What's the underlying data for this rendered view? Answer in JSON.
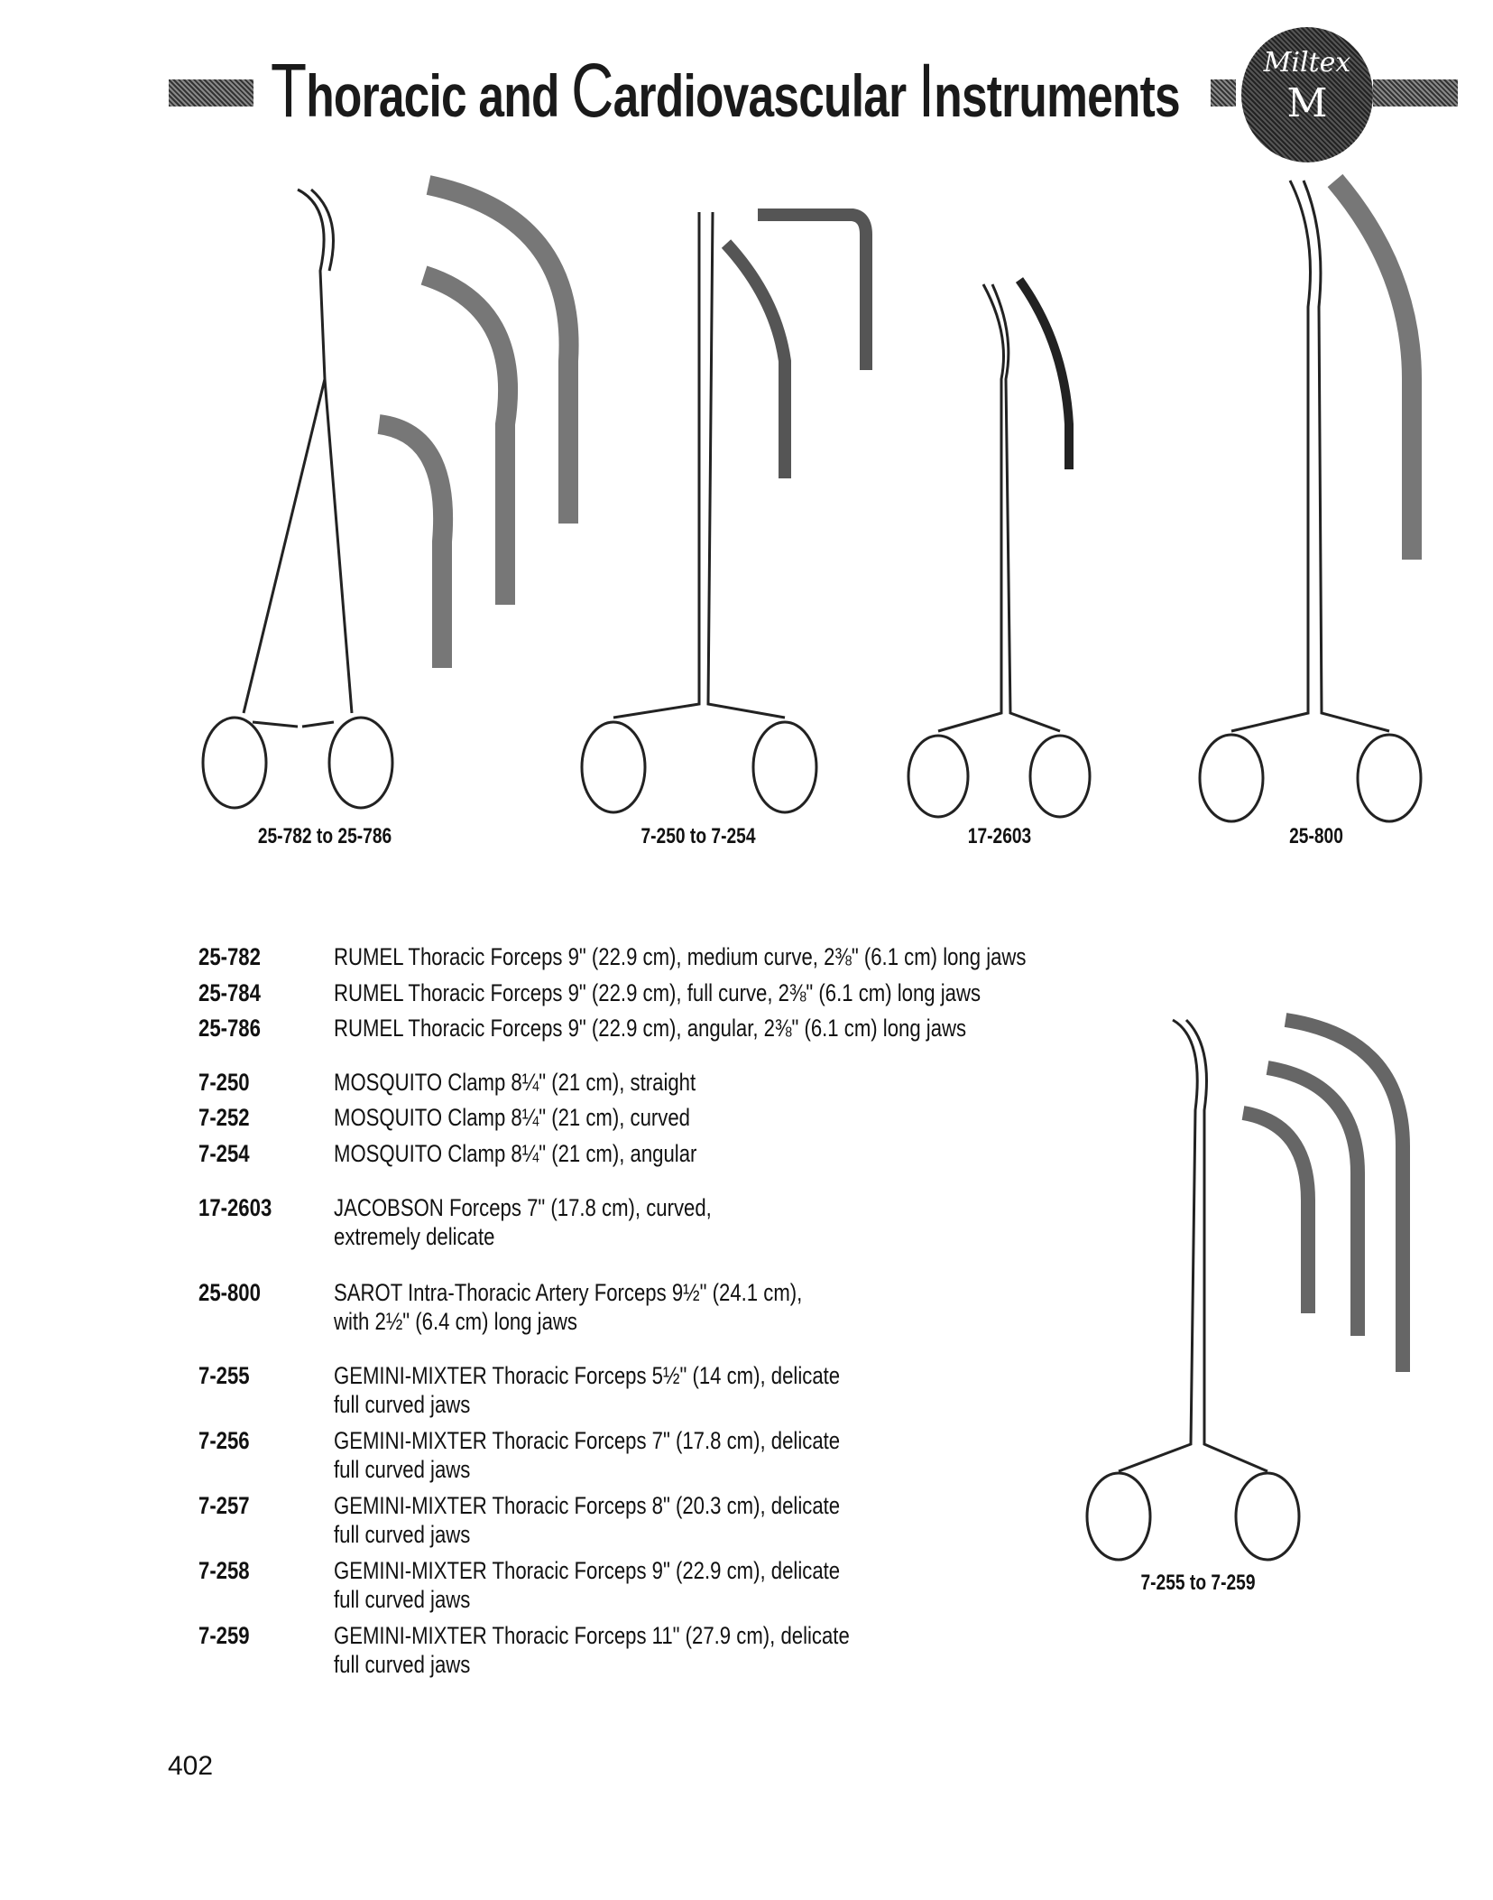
{
  "header": {
    "title_parts": [
      {
        "cap": "T",
        "rest": "horacic and "
      },
      {
        "cap": "C",
        "rest": "ardiovascular "
      },
      {
        "cap": "I",
        "rest": "nstruments"
      }
    ],
    "logo_text": "Miltex",
    "logo_letter": "M"
  },
  "figure_labels": [
    "25-782 to 25-786",
    "7-250 to 7-254",
    "17-2603",
    "25-800",
    "7-255 to 7-259"
  ],
  "items": [
    {
      "code": "25-782",
      "lines": [
        "RUMEL Thoracic Forceps 9\" (22.9 cm), medium curve, 2⅜\" (6.1 cm) long jaws"
      ]
    },
    {
      "code": "25-784",
      "lines": [
        "RUMEL Thoracic Forceps 9\" (22.9 cm), full curve, 2⅜\" (6.1 cm) long jaws"
      ]
    },
    {
      "code": "25-786",
      "lines": [
        "RUMEL Thoracic Forceps 9\" (22.9 cm), angular, 2⅜\" (6.1 cm) long jaws"
      ]
    },
    {
      "code": "7-250",
      "lines": [
        "MOSQUITO Clamp 8¼\" (21 cm), straight"
      ]
    },
    {
      "code": "7-252",
      "lines": [
        "MOSQUITO Clamp 8¼\" (21 cm), curved"
      ]
    },
    {
      "code": "7-254",
      "lines": [
        "MOSQUITO Clamp 8¼\" (21 cm), angular"
      ]
    },
    {
      "code": "17-2603",
      "lines": [
        "JACOBSON Forceps 7\" (17.8 cm), curved,",
        "extremely delicate"
      ]
    },
    {
      "code": "25-800",
      "lines": [
        "SAROT Intra-Thoracic Artery Forceps 9½\" (24.1 cm),",
        "with 2½\" (6.4 cm) long jaws"
      ]
    },
    {
      "code": "7-255",
      "lines": [
        "GEMINI-MIXTER Thoracic Forceps 5½\" (14 cm), delicate",
        "full curved jaws"
      ]
    },
    {
      "code": "7-256",
      "lines": [
        "GEMINI-MIXTER Thoracic Forceps 7\" (17.8 cm), delicate",
        "full curved jaws"
      ]
    },
    {
      "code": "7-257",
      "lines": [
        "GEMINI-MIXTER Thoracic Forceps 8\"  (20.3 cm), delicate",
        "full curved jaws"
      ]
    },
    {
      "code": "7-258",
      "lines": [
        "GEMINI-MIXTER Thoracic Forceps 9\"  (22.9 cm), delicate",
        "full curved jaws"
      ]
    },
    {
      "code": "7-259",
      "lines": [
        "GEMINI-MIXTER Thoracic Forceps 11\" (27.9 cm), delicate",
        "full curved jaws"
      ]
    }
  ],
  "page_number": "402"
}
